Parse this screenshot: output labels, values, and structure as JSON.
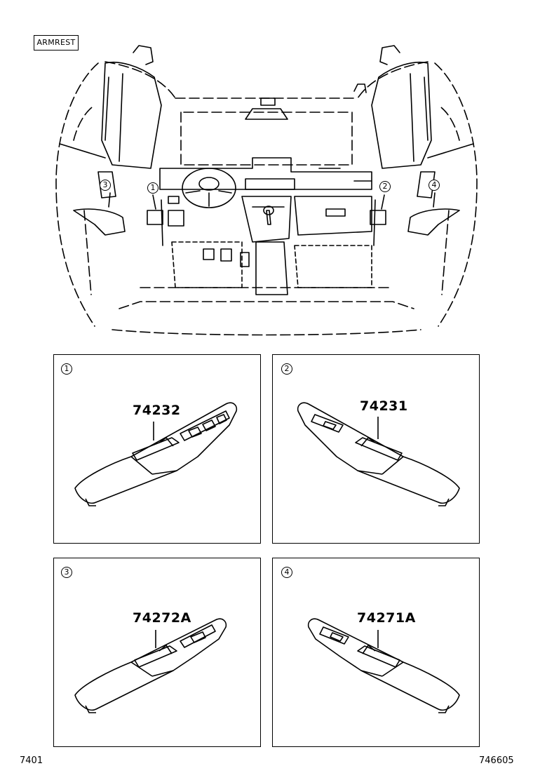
{
  "header": {
    "title": "ARMREST"
  },
  "overview": {
    "callouts": [
      "3",
      "1",
      "2",
      "4"
    ]
  },
  "panels": [
    {
      "index": "1",
      "part_number": "74232"
    },
    {
      "index": "2",
      "part_number": "74231"
    },
    {
      "index": "3",
      "part_number": "74272A"
    },
    {
      "index": "4",
      "part_number": "74271A"
    }
  ],
  "footer": {
    "left_code": "7401",
    "right_code": "746605"
  }
}
